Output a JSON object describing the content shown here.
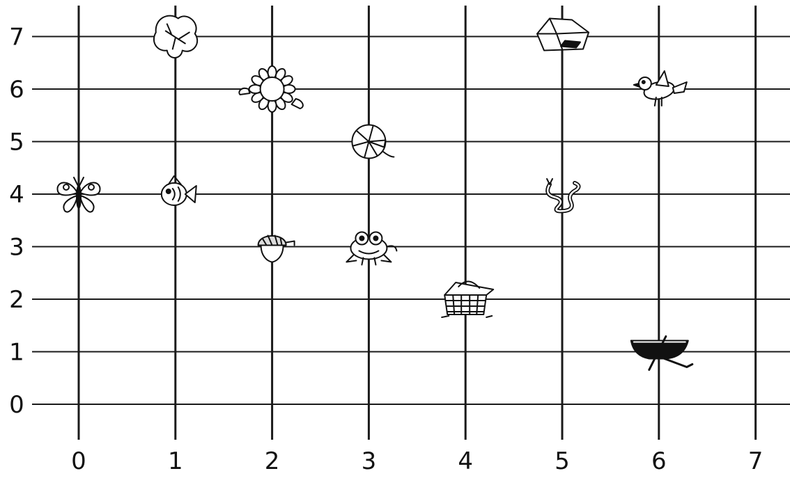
{
  "grid": {
    "x_ticks": [
      "0",
      "1",
      "2",
      "3",
      "4",
      "5",
      "6",
      "7"
    ],
    "y_ticks": [
      "0",
      "1",
      "2",
      "3",
      "4",
      "5",
      "6",
      "7"
    ],
    "line_color": "#1a1a1a"
  },
  "objects": [
    {
      "name": "butterfly",
      "icon": "butterfly-icon",
      "x": 0,
      "y": 4
    },
    {
      "name": "fish",
      "icon": "fish-icon",
      "x": 1,
      "y": 4
    },
    {
      "name": "leaf",
      "icon": "leaf-icon",
      "x": 1,
      "y": 7
    },
    {
      "name": "flower",
      "icon": "flower-icon",
      "x": 2,
      "y": 6
    },
    {
      "name": "acorn",
      "icon": "acorn-icon",
      "x": 2,
      "y": 3
    },
    {
      "name": "lily pad",
      "icon": "lily-pad-icon",
      "x": 3,
      "y": 5
    },
    {
      "name": "frog",
      "icon": "frog-icon",
      "x": 3,
      "y": 3
    },
    {
      "name": "picnic basket",
      "icon": "picnic-basket-icon",
      "x": 4,
      "y": 2
    },
    {
      "name": "rock",
      "icon": "rock-icon",
      "x": 5,
      "y": 7
    },
    {
      "name": "snake",
      "icon": "snake-icon",
      "x": 5,
      "y": 4
    },
    {
      "name": "bird",
      "icon": "bird-icon",
      "x": 6,
      "y": 6
    },
    {
      "name": "canoe",
      "icon": "canoe-icon",
      "x": 6,
      "y": 1
    }
  ]
}
